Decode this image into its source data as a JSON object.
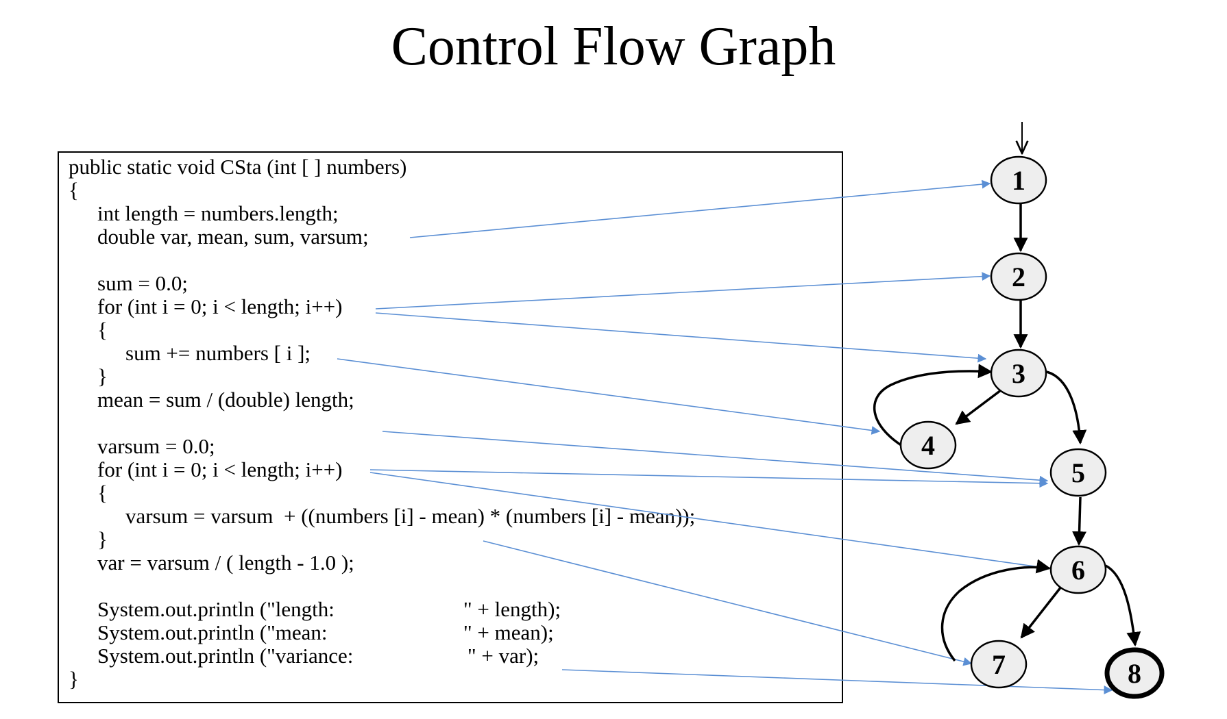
{
  "title": "Control Flow Graph",
  "code": {
    "lines": [
      "public static void CSta (int [ ] numbers)",
      "{",
      "int length = numbers.length;",
      "double var, mean, sum, varsum;",
      "sum = 0.0;",
      "for (int i = 0; i < length; i++)",
      "{",
      "sum += numbers [ i ];",
      "}",
      "mean = sum / (double) length;",
      "varsum = 0.0;",
      "for (int i = 0; i < length; i++)",
      "{",
      "varsum = varsum  + ((numbers [i] - mean) * (numbers [i] - mean));",
      "}",
      "var = varsum / ( length - 1.0 );",
      "System.out.println (\"length:",
      "\" + length);",
      "System.out.println (\"mean:",
      "\" + mean);",
      "System.out.println (\"variance:",
      "\" + var);",
      "}"
    ]
  },
  "graph": {
    "nodes": [
      {
        "id": "1",
        "label": "1",
        "final": false
      },
      {
        "id": "2",
        "label": "2",
        "final": false
      },
      {
        "id": "3",
        "label": "3",
        "final": false
      },
      {
        "id": "4",
        "label": "4",
        "final": false
      },
      {
        "id": "5",
        "label": "5",
        "final": false
      },
      {
        "id": "6",
        "label": "6",
        "final": false
      },
      {
        "id": "7",
        "label": "7",
        "final": false
      },
      {
        "id": "8",
        "label": "8",
        "final": true
      }
    ],
    "edges": [
      {
        "from": "start",
        "to": "1"
      },
      {
        "from": "1",
        "to": "2"
      },
      {
        "from": "2",
        "to": "3"
      },
      {
        "from": "3",
        "to": "4"
      },
      {
        "from": "4",
        "to": "3"
      },
      {
        "from": "3",
        "to": "5"
      },
      {
        "from": "5",
        "to": "6"
      },
      {
        "from": "6",
        "to": "7"
      },
      {
        "from": "7",
        "to": "6"
      },
      {
        "from": "6",
        "to": "8"
      }
    ],
    "mappings": [
      {
        "code_line": 3,
        "node": "1"
      },
      {
        "code_line": 5,
        "node": "2"
      },
      {
        "code_line": 5,
        "node": "3"
      },
      {
        "code_line": 7,
        "node": "4"
      },
      {
        "code_line": 9,
        "node": "5"
      },
      {
        "code_line": 11,
        "node": "5"
      },
      {
        "code_line": 11,
        "node": "6"
      },
      {
        "code_line": 13,
        "node": "7"
      },
      {
        "code_line": 21,
        "node": "8"
      }
    ]
  },
  "colors": {
    "graph_edge": "#000000",
    "mapping_line": "#5b8fd4",
    "node_fill": "#eeeeee",
    "node_stroke": "#000000"
  }
}
